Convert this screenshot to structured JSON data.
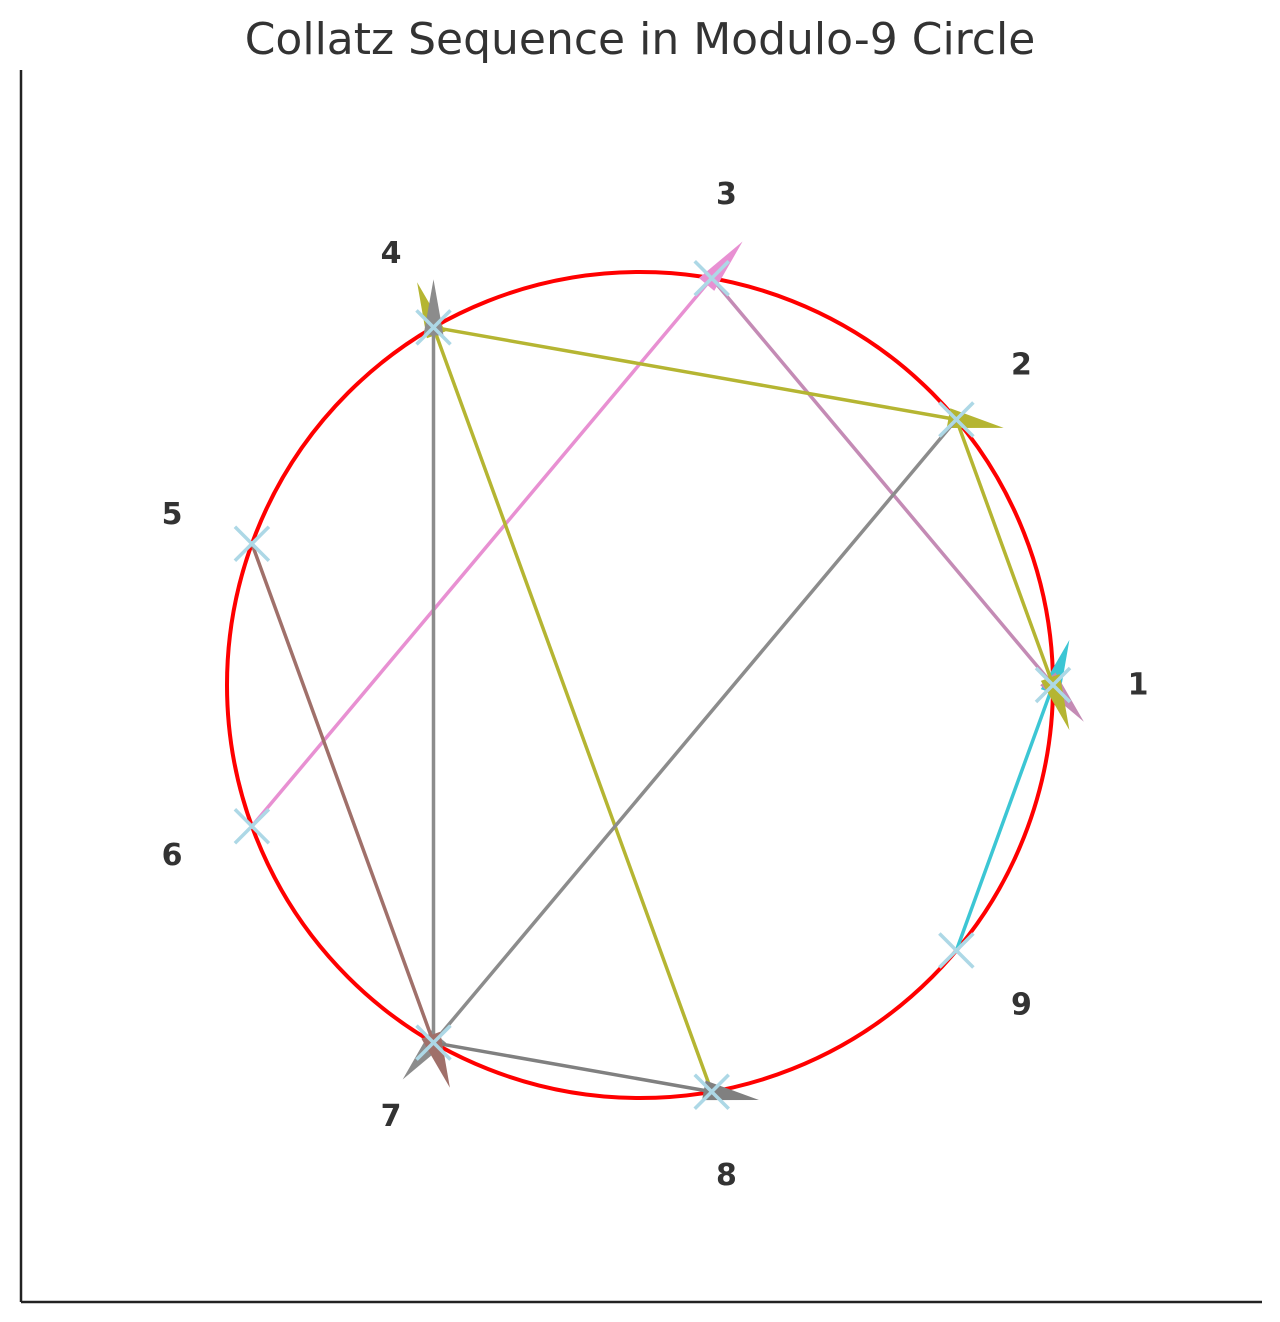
{
  "title": "Collatz Sequence in Modulo-9 Circle",
  "colors": {
    "circle": "#ff0000",
    "marker": "#add8e6",
    "axis": "#222222",
    "text": "#333333"
  },
  "nodes": [
    {
      "id": "1",
      "label": "1"
    },
    {
      "id": "2",
      "label": "2"
    },
    {
      "id": "3",
      "label": "3"
    },
    {
      "id": "4",
      "label": "4"
    },
    {
      "id": "5",
      "label": "5"
    },
    {
      "id": "6",
      "label": "6"
    },
    {
      "id": "7",
      "label": "7"
    },
    {
      "id": "8",
      "label": "8"
    },
    {
      "id": "9",
      "label": "9"
    }
  ],
  "edges": [
    {
      "from": "9",
      "to": "1",
      "color": "#3cc6d4"
    },
    {
      "from": "3",
      "to": "1",
      "color": "#c48bb5"
    },
    {
      "from": "6",
      "to": "3",
      "color": "#e890d2"
    },
    {
      "from": "2",
      "to": "1",
      "color": "#b5b532"
    },
    {
      "from": "4",
      "to": "2",
      "color": "#b5b532"
    },
    {
      "from": "8",
      "to": "4",
      "color": "#b5b532"
    },
    {
      "from": "7",
      "to": "4",
      "color": "#8c8c8c"
    },
    {
      "from": "2",
      "to": "7",
      "color": "#8c8c8c"
    },
    {
      "from": "7",
      "to": "8",
      "color": "#808080"
    },
    {
      "from": "5",
      "to": "7",
      "color": "#a0706a"
    }
  ]
}
